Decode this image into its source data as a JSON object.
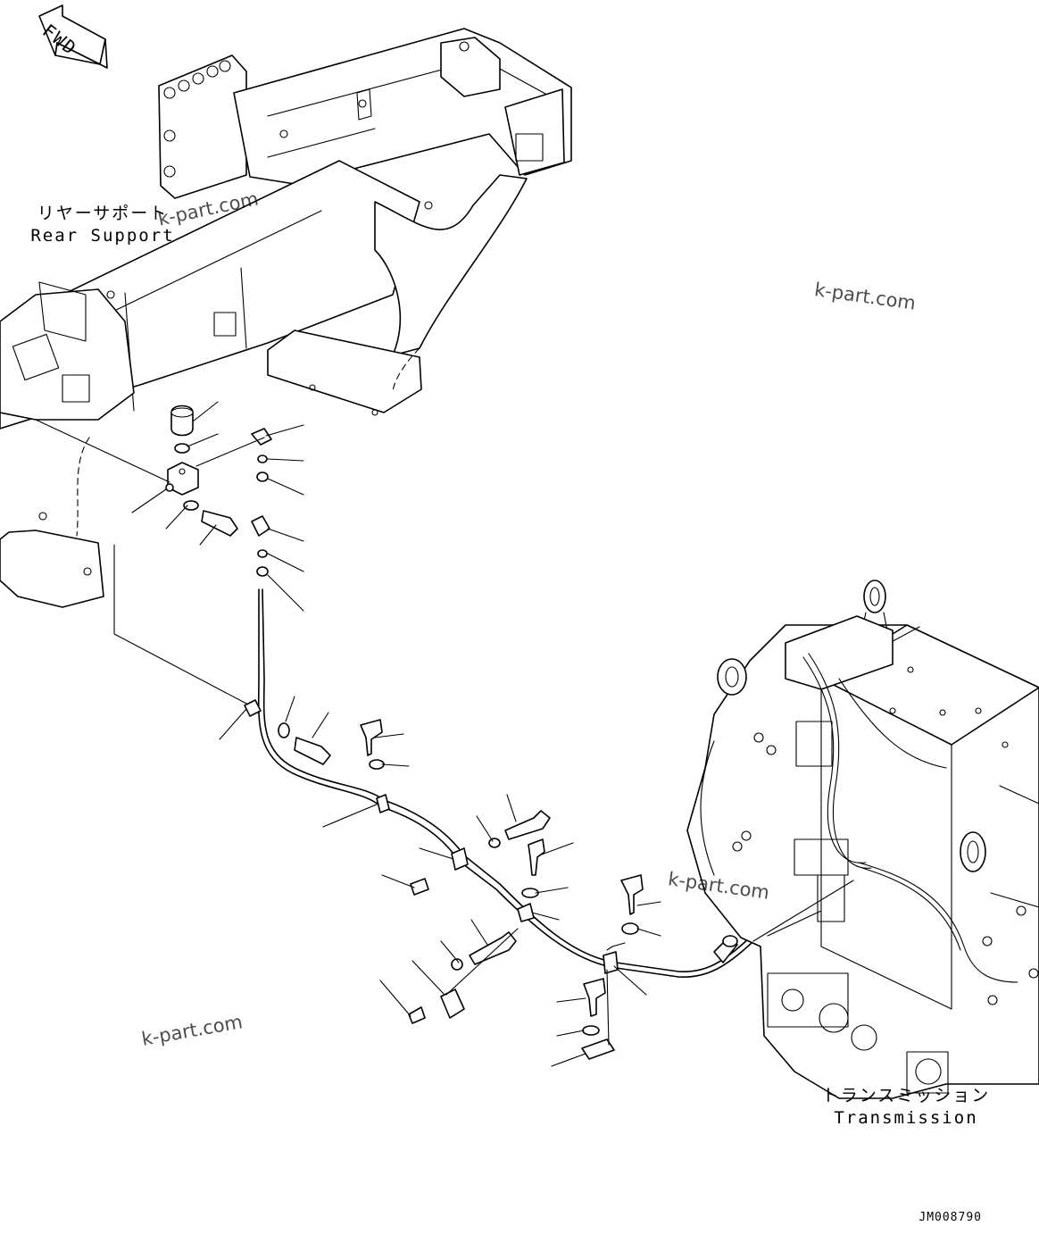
{
  "direction_badge": {
    "text": "FWD"
  },
  "labels": {
    "rear_support_jp": "リヤーサポート",
    "rear_support_en": "Rear Support",
    "transmission_jp": "トランスミッション",
    "transmission_en": "Transmission"
  },
  "watermarks": [
    "k-part.com",
    "k-part.com",
    "k-part.com",
    "k-part.com"
  ],
  "drawing_code": "JM008790"
}
